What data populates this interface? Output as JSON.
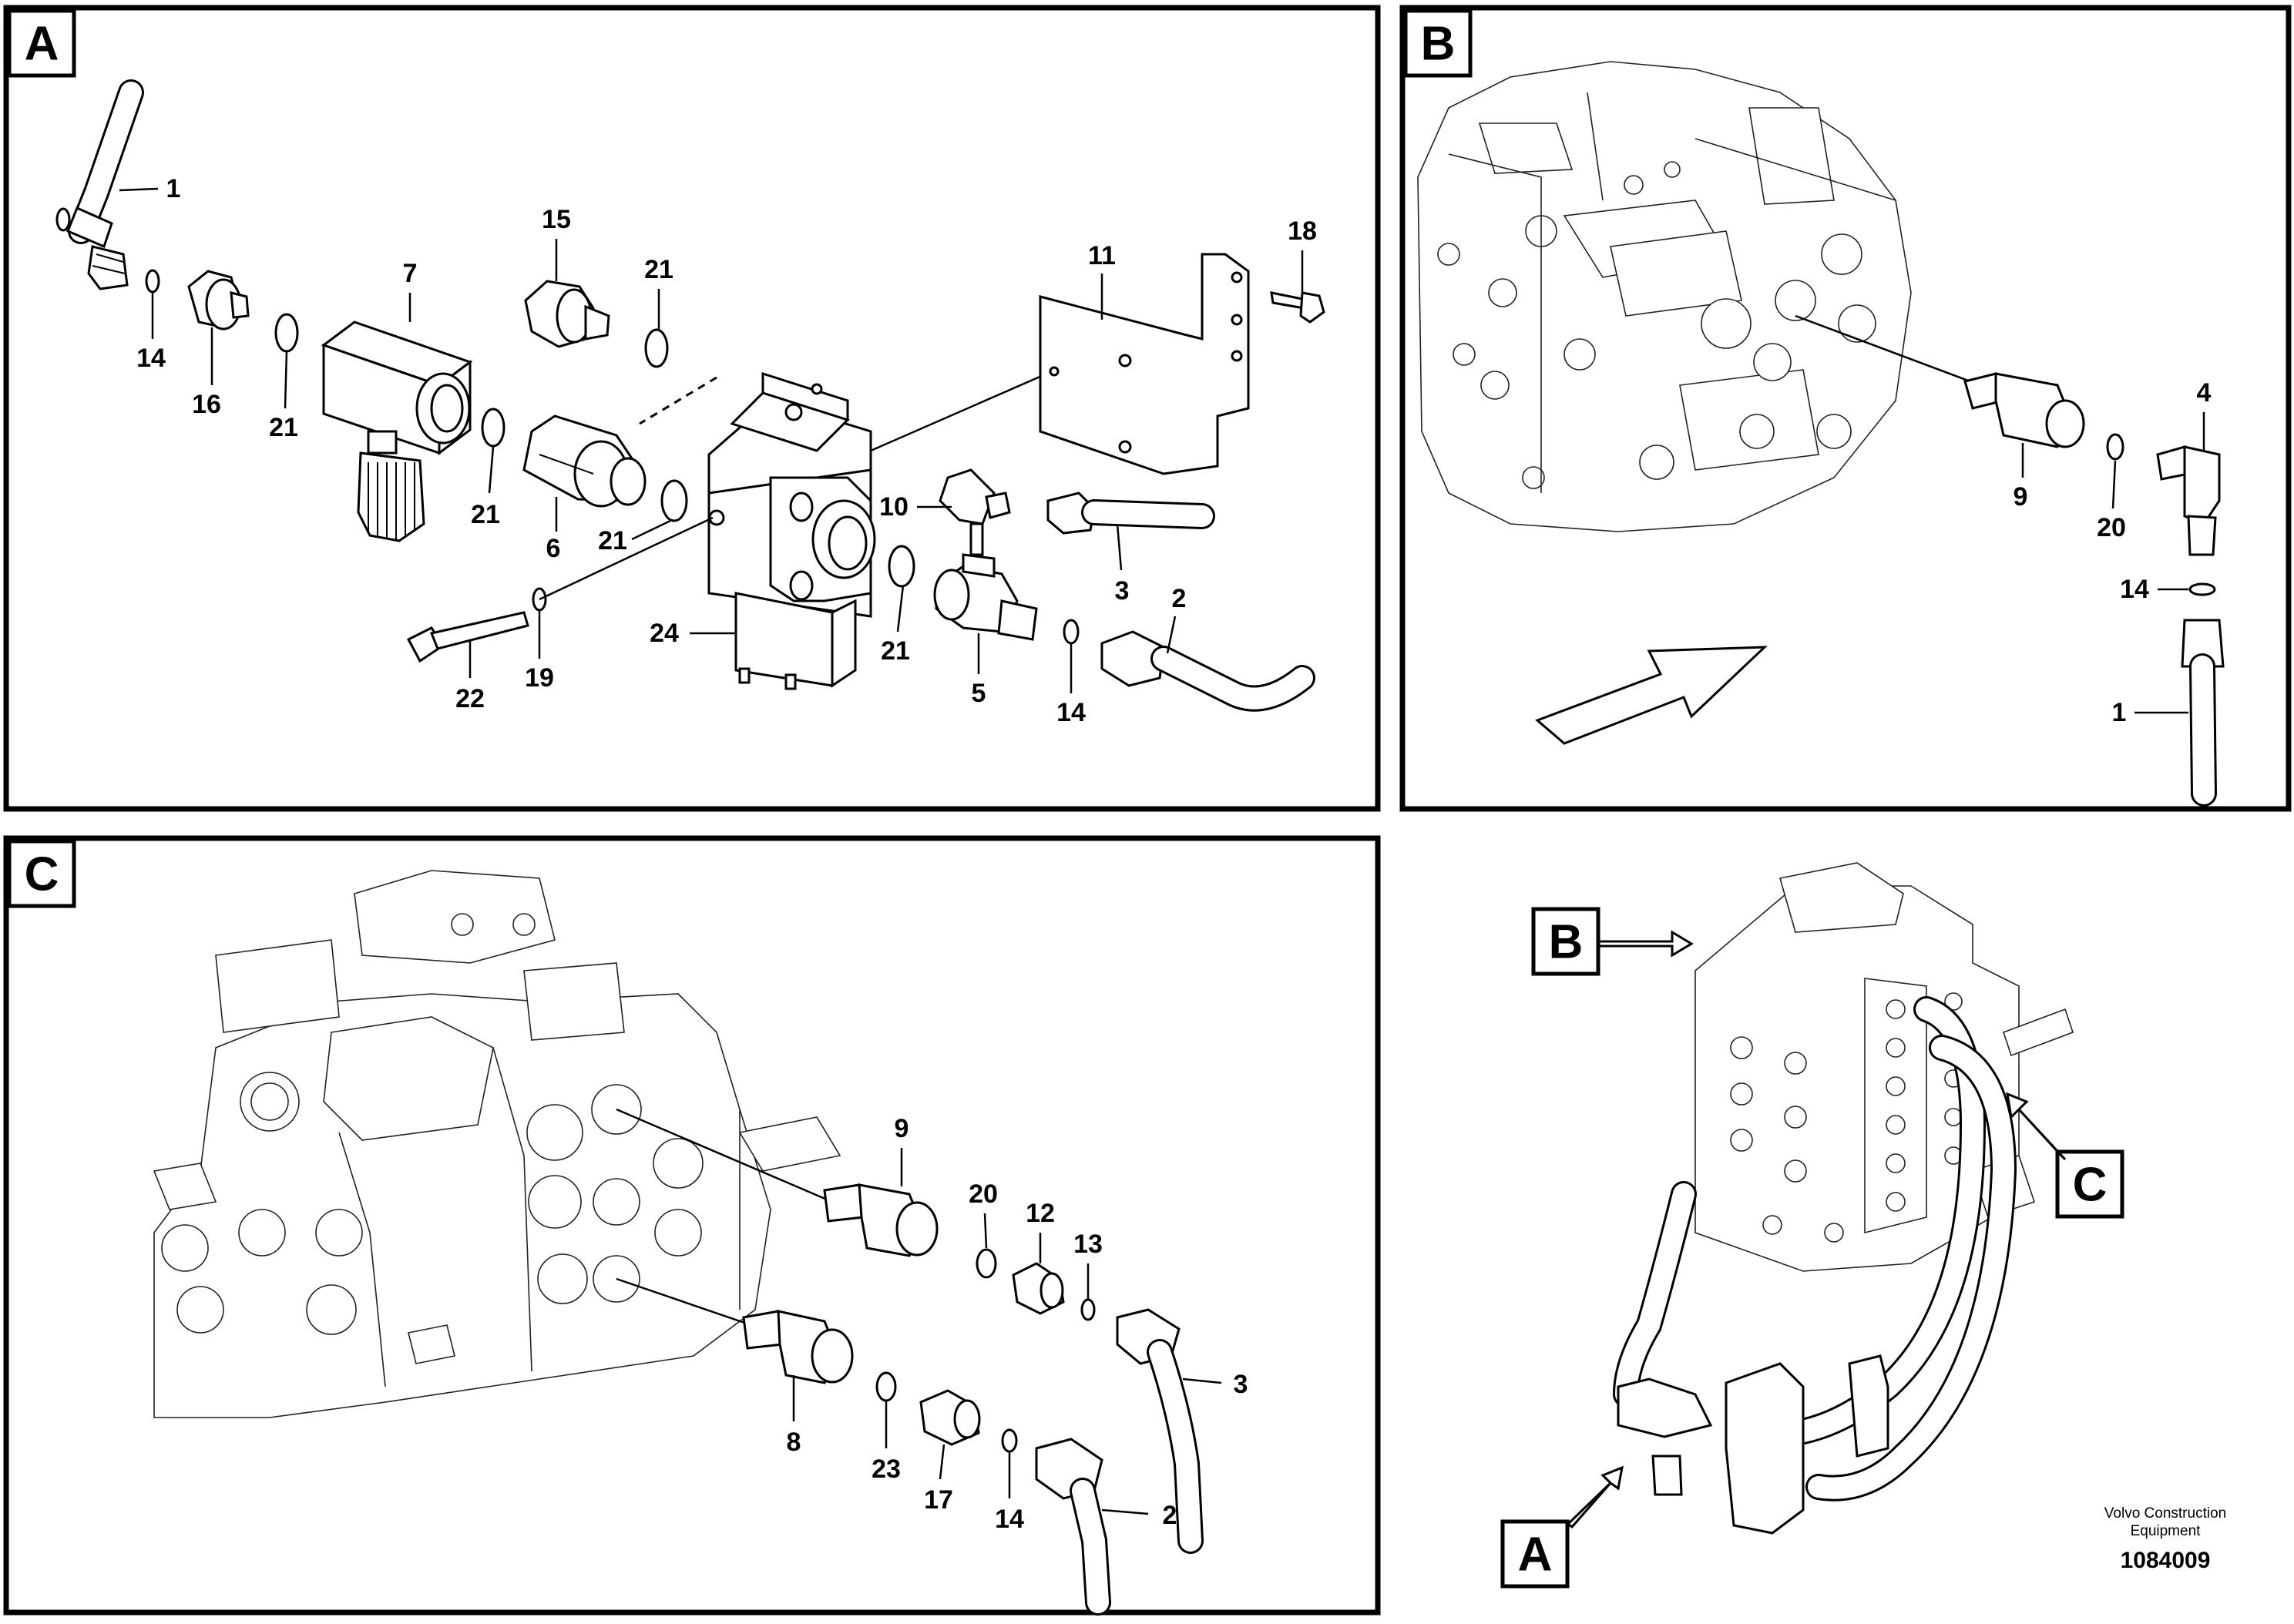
{
  "panels": {
    "A": {
      "tag": "A",
      "labels": [
        "1",
        "14",
        "16",
        "21",
        "7",
        "15",
        "21",
        "21",
        "6",
        "21",
        "11",
        "18",
        "10",
        "3",
        "2",
        "24",
        "21",
        "5",
        "14",
        "22",
        "19"
      ]
    },
    "B": {
      "tag": "B",
      "labels": [
        "9",
        "20",
        "4",
        "14",
        "1"
      ]
    },
    "C": {
      "tag": "C",
      "labels": [
        "9",
        "20",
        "12",
        "13",
        "3",
        "8",
        "23",
        "17",
        "14",
        "2"
      ]
    },
    "overview": {
      "callouts": [
        "B",
        "C",
        "A"
      ]
    }
  },
  "footer": {
    "company_line1": "Volvo Construction",
    "company_line2": "Equipment",
    "doc_number": "1084009"
  }
}
